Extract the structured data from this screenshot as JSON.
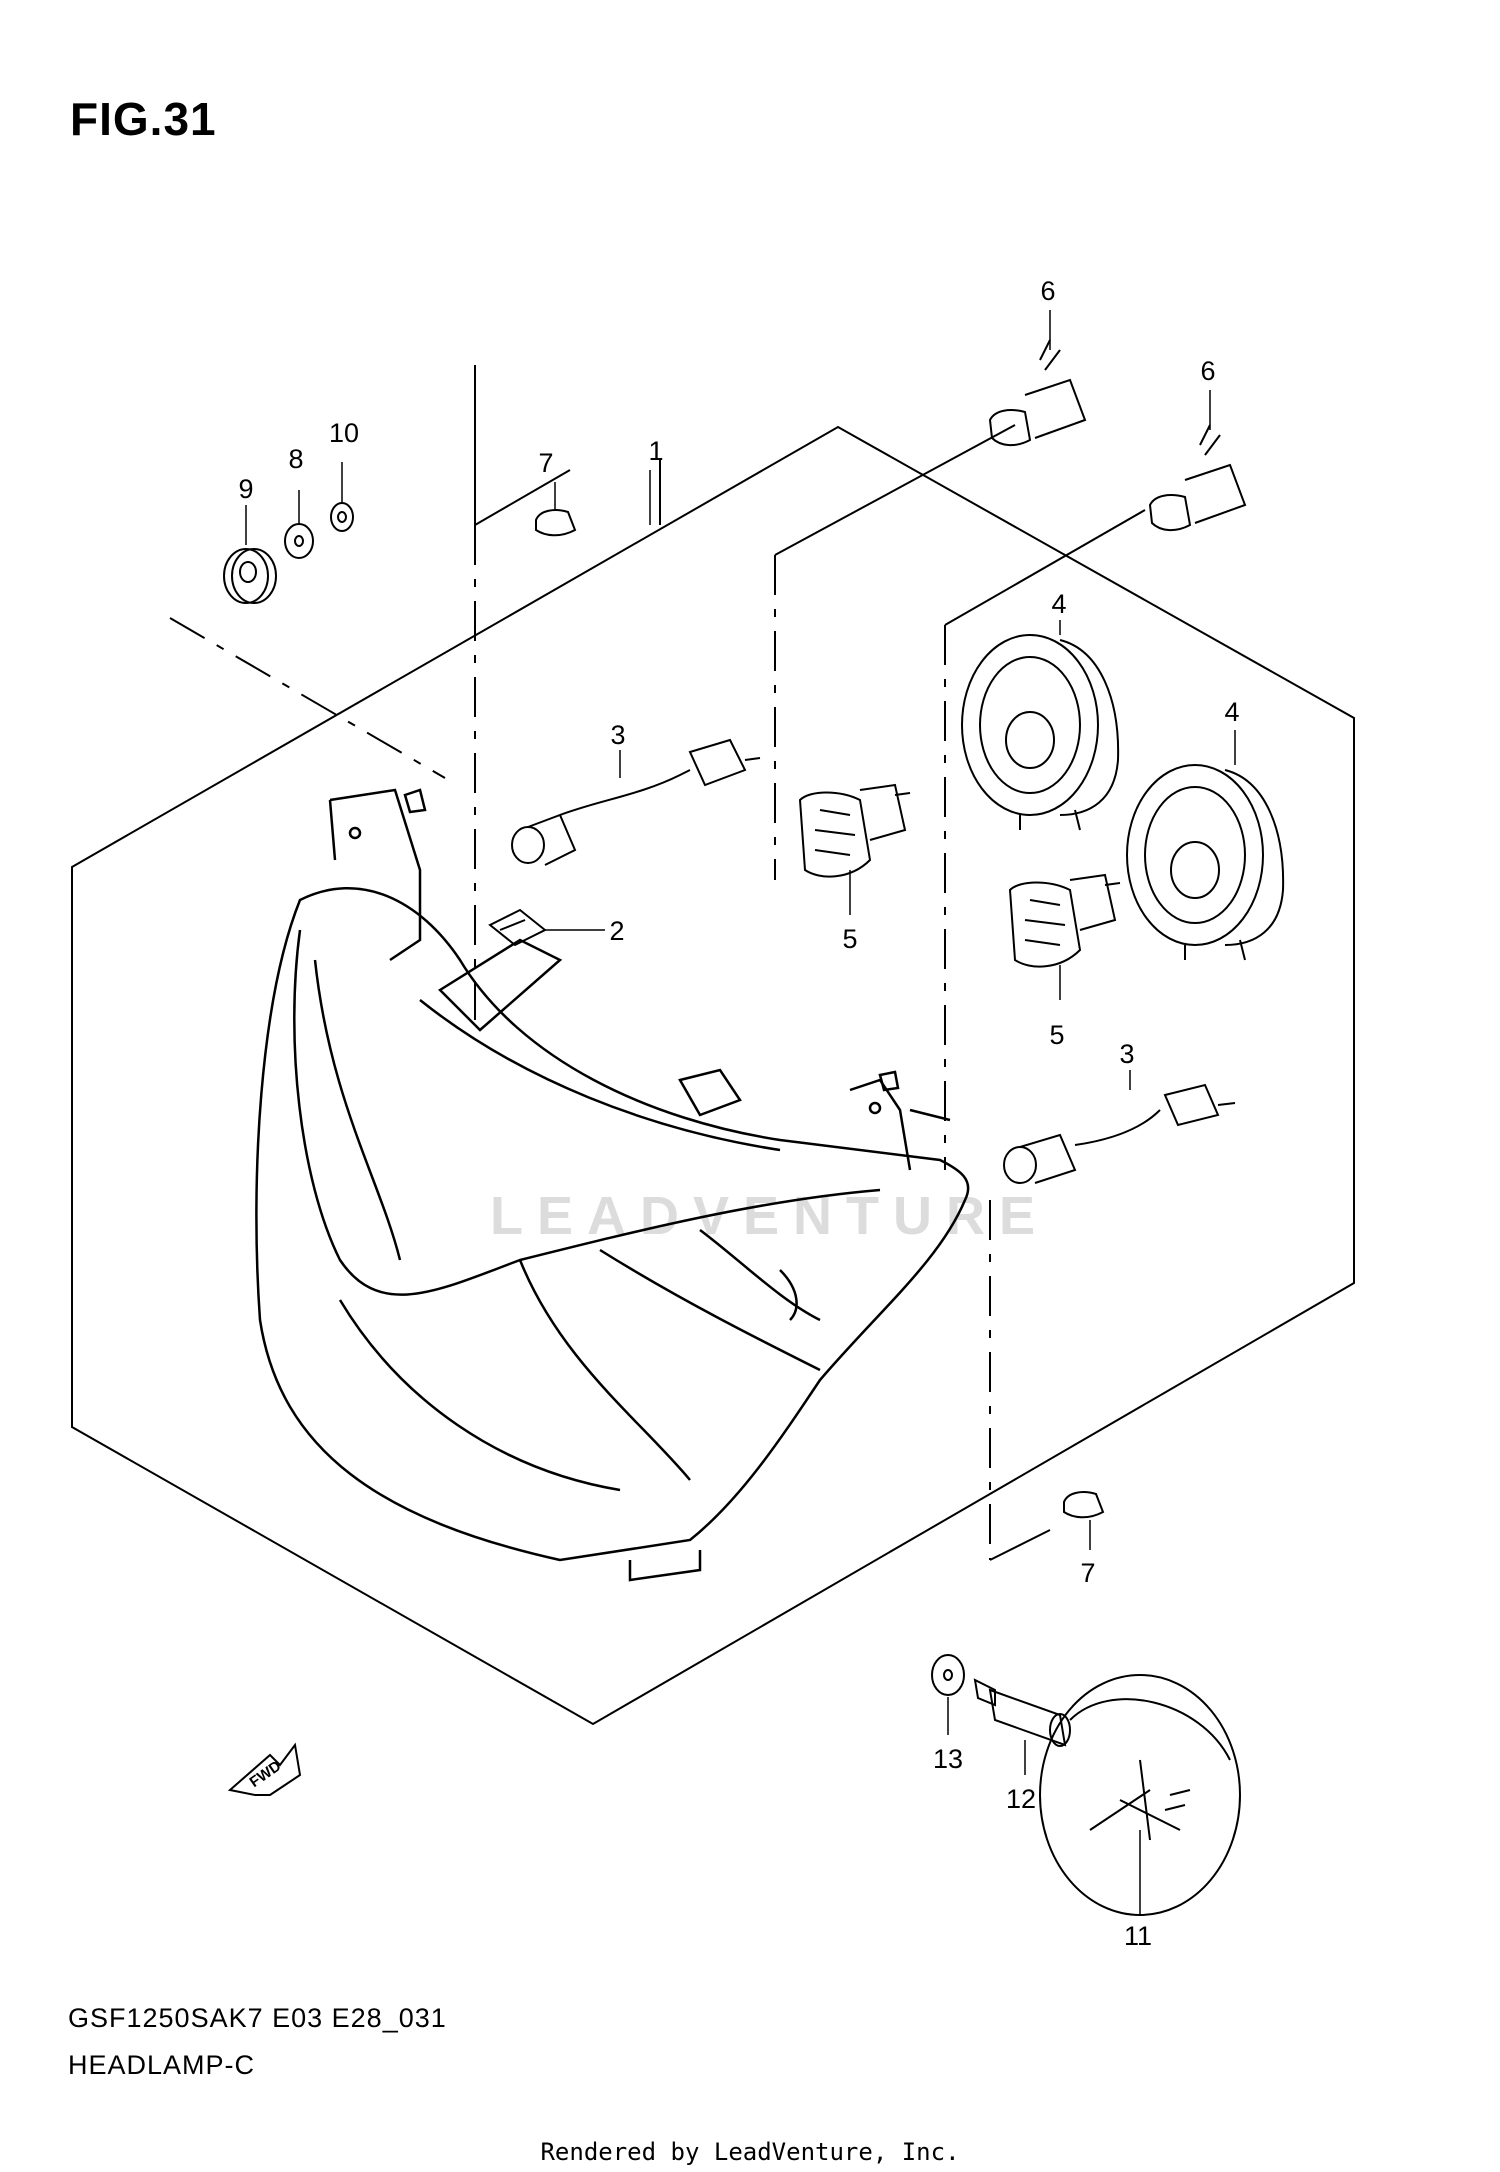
{
  "figure": {
    "title": "FIG.31",
    "model_code": "GSF1250SAK7 E03 E28_031",
    "section_name": "HEADLAMP-C",
    "credit": "Rendered by LeadVenture, Inc.",
    "watermark": "LEADVENTURE"
  },
  "callouts": [
    {
      "id": "c1",
      "label": "1"
    },
    {
      "id": "c2",
      "label": "2"
    },
    {
      "id": "c3a",
      "label": "3"
    },
    {
      "id": "c3b",
      "label": "3"
    },
    {
      "id": "c4a",
      "label": "4"
    },
    {
      "id": "c4b",
      "label": "4"
    },
    {
      "id": "c5a",
      "label": "5"
    },
    {
      "id": "c5b",
      "label": "5"
    },
    {
      "id": "c6a",
      "label": "6"
    },
    {
      "id": "c6b",
      "label": "6"
    },
    {
      "id": "c7a",
      "label": "7"
    },
    {
      "id": "c7b",
      "label": "7"
    },
    {
      "id": "c8",
      "label": "8"
    },
    {
      "id": "c9",
      "label": "9"
    },
    {
      "id": "c10",
      "label": "10"
    },
    {
      "id": "c11",
      "label": "11"
    },
    {
      "id": "c12",
      "label": "12"
    },
    {
      "id": "c13",
      "label": "13"
    }
  ],
  "fwd_arrow": {
    "label": "FWD"
  },
  "colors": {
    "line": "#000000",
    "background": "#ffffff",
    "watermark": "#dcdcdc"
  }
}
